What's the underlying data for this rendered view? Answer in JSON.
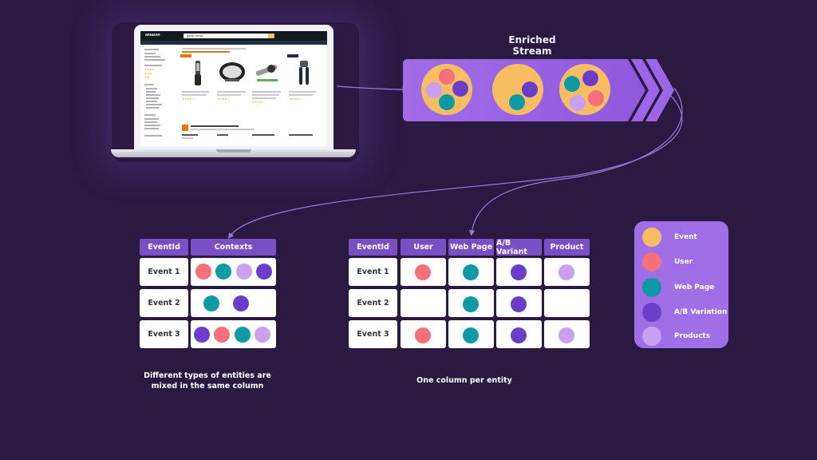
{
  "laptop": {
    "site_logo": "amazon",
    "search_text": "garlic press"
  },
  "enriched_stream": {
    "title": "Enriched Stream"
  },
  "colors": {
    "event": "#f7bd62",
    "user": "#f4707a",
    "web_page": "#0e9aa4",
    "ab_variation": "#6a3ec8",
    "product": "#c9a1f0",
    "header": "#7a4fc6",
    "background": "#2a1a42"
  },
  "left_table": {
    "headers": [
      "EventId",
      "Contexts"
    ],
    "rows": [
      {
        "label": "Event 1",
        "dots": [
          "user",
          "web_page",
          "product",
          "ab_variation"
        ]
      },
      {
        "label": "Event 2",
        "dots": [
          "web_page",
          "ab_variation"
        ]
      },
      {
        "label": "Event 3",
        "dots": [
          "ab_variation",
          "user",
          "web_page",
          "product"
        ]
      }
    ],
    "caption_line1": "Different types of entities are",
    "caption_line2": "mixed in the same column"
  },
  "right_table": {
    "headers": [
      "EventId",
      "User",
      "Web Page",
      "A/B Variant",
      "Product"
    ],
    "rows": [
      {
        "label": "Event 1",
        "cells": [
          true,
          true,
          true,
          true
        ]
      },
      {
        "label": "Event 2",
        "cells": [
          false,
          true,
          true,
          false
        ]
      },
      {
        "label": "Event 3",
        "cells": [
          true,
          true,
          true,
          true
        ]
      }
    ],
    "caption": "One column per entity"
  },
  "legend": {
    "items": [
      {
        "key": "event",
        "label": "Event"
      },
      {
        "key": "user",
        "label": "User"
      },
      {
        "key": "web_page",
        "label": "Web Page"
      },
      {
        "key": "ab_variation",
        "label": "A/B Variation"
      },
      {
        "key": "product",
        "label": "Products"
      }
    ]
  }
}
